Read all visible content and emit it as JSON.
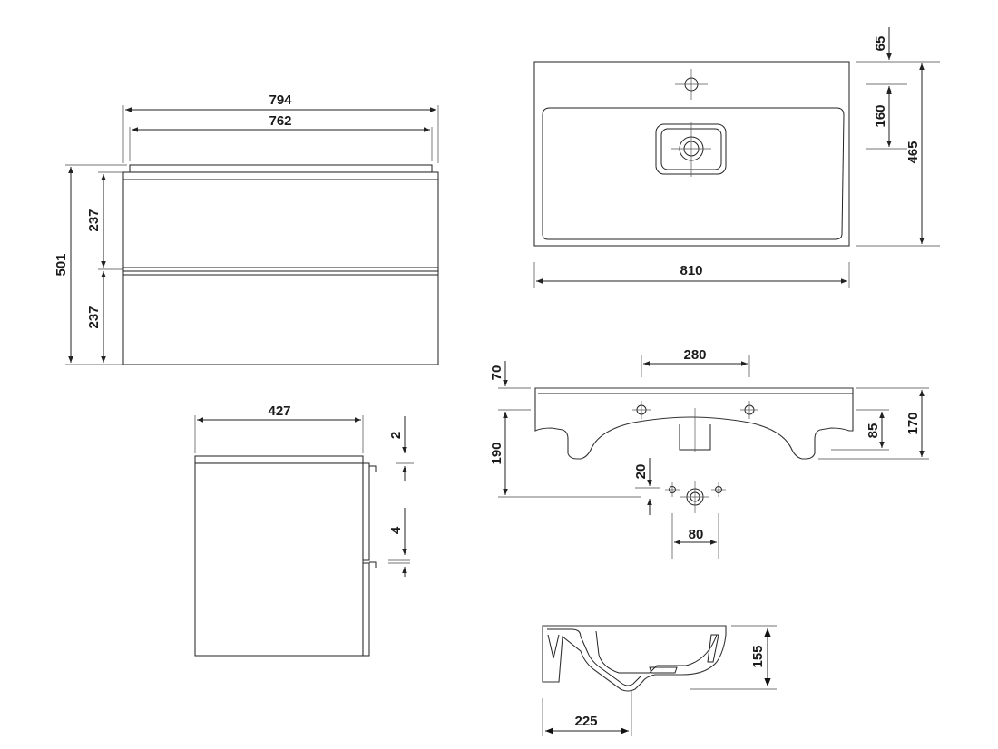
{
  "drawing": {
    "colors": {
      "line": "#222222",
      "text": "#1a1a1a",
      "background": "#ffffff"
    },
    "cabinet_front": {
      "width_outer": "794",
      "width_inner": "762",
      "height_total": "501",
      "drawer_top_height": "237",
      "drawer_bottom_height": "237"
    },
    "cabinet_side": {
      "depth": "427",
      "gap_top": "2",
      "gap_middle": "4"
    },
    "basin_top": {
      "width": "810",
      "depth": "465",
      "tap_offset": "65",
      "bowl_offset": "160"
    },
    "basin_front": {
      "mount_spacing": "280",
      "top_offset": "70",
      "overall_height": "190",
      "rim_height": "170",
      "mount_height": "85",
      "drain_offset": "20",
      "drain_spacing": "80"
    },
    "basin_section": {
      "height": "155",
      "drain_distance": "225"
    }
  }
}
